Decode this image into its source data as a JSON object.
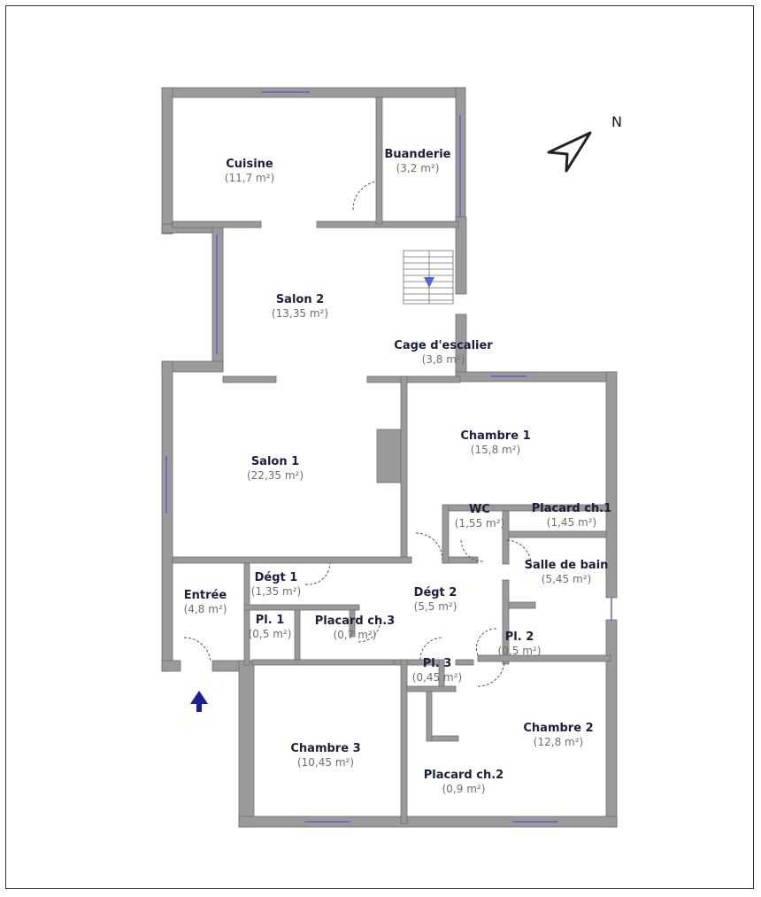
{
  "plan": {
    "north_label": "N",
    "entrance_icon": "arrow-up-icon",
    "compass_icon": "north-arrow-icon",
    "colors": {
      "wall": "#9a9a9a",
      "window": "#5d5fd0",
      "label": "#1b1f3b",
      "area": "#6e6e6e",
      "entrance_arrow": "#1c1f8f"
    }
  },
  "rooms": [
    {
      "id": "cuisine",
      "name": "Cuisine",
      "area": "(11,7 m²)"
    },
    {
      "id": "buanderie",
      "name": "Buanderie",
      "area": "(3,2 m²)"
    },
    {
      "id": "salon2",
      "name": "Salon 2",
      "area": "(13,35 m²)"
    },
    {
      "id": "cage",
      "name": "Cage d'escalier",
      "area": "(3,8 m²)"
    },
    {
      "id": "salon1",
      "name": "Salon 1",
      "area": "(22,35 m²)"
    },
    {
      "id": "chambre1",
      "name": "Chambre 1",
      "area": "(15,8 m²)"
    },
    {
      "id": "wc",
      "name": "WC",
      "area": "(1,55 m²)"
    },
    {
      "id": "placard1",
      "name": "Placard ch.1",
      "area": "(1,45 m²)"
    },
    {
      "id": "sdb",
      "name": "Salle de bain",
      "area": "(5,45 m²)"
    },
    {
      "id": "degt1",
      "name": "Dégt 1",
      "area": "(1,35 m²)"
    },
    {
      "id": "entree",
      "name": "Entrée",
      "area": "(4,8 m²)"
    },
    {
      "id": "degt2",
      "name": "Dégt 2",
      "area": "(5,5 m²)"
    },
    {
      "id": "pl1",
      "name": "Pl. 1",
      "area": "(0,5 m²)"
    },
    {
      "id": "placard3",
      "name": "Placard ch.3",
      "area": "(0,7 m²)"
    },
    {
      "id": "pl2",
      "name": "Pl. 2",
      "area": "(0,5 m²)"
    },
    {
      "id": "pl3",
      "name": "Pl. 3",
      "area": "(0,45 m²)"
    },
    {
      "id": "chambre2",
      "name": "Chambre 2",
      "area": "(12,8 m²)"
    },
    {
      "id": "chambre3",
      "name": "Chambre 3",
      "area": "(10,45 m²)"
    },
    {
      "id": "placard2",
      "name": "Placard ch.2",
      "area": "(0,9 m²)"
    }
  ]
}
